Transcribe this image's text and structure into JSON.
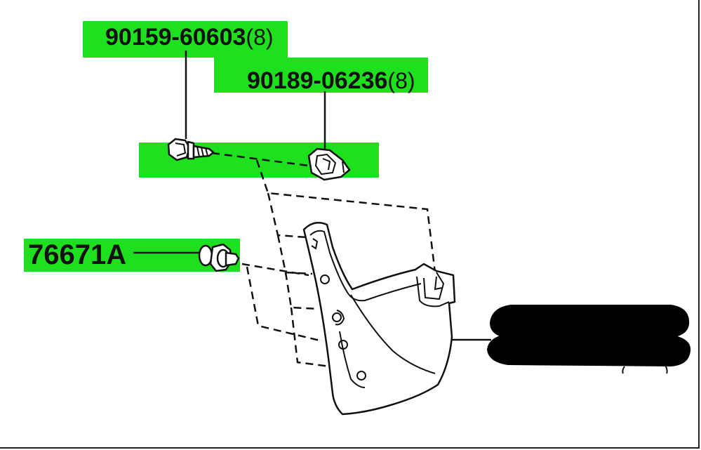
{
  "colors": {
    "highlight": "#1ee01e",
    "redaction": "#000000",
    "line": "#111111"
  },
  "callouts": [
    {
      "part_number": "90159-60603",
      "quantity": "(8)"
    },
    {
      "part_number": "90189-06236",
      "quantity": "(8)"
    },
    {
      "part_number": "76671A",
      "quantity": ""
    }
  ],
  "icons": [
    "bolt-screw-icon",
    "clip-nut-icon",
    "push-clip-icon",
    "mudguard-icon"
  ]
}
